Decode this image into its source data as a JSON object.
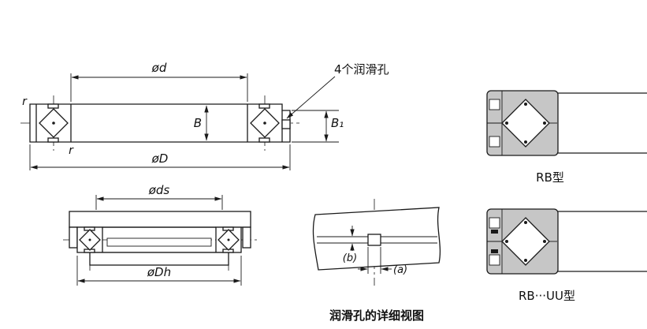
{
  "figure": {
    "background": "#ffffff",
    "colors": {
      "line": "#1a1a1a",
      "section_fill": "#c6c6c6"
    },
    "main_view": {
      "dim_bore": "ød",
      "dim_outer": "øD",
      "dim_width": "B",
      "dim_width_outer": "B₁",
      "radius_top": "r",
      "radius_bottom": "r",
      "lube_holes_note": "4个润滑孔"
    },
    "mount_view": {
      "dim_shaft_seat": "øds",
      "dim_housing_seat": "øDh"
    },
    "detail_view": {
      "dim_b": "(b)",
      "dim_a": "(a)",
      "caption": "润滑孔的详细视图"
    },
    "type_views": {
      "rb_label": "RB型",
      "rbuu_label": "RB···UU型"
    }
  }
}
